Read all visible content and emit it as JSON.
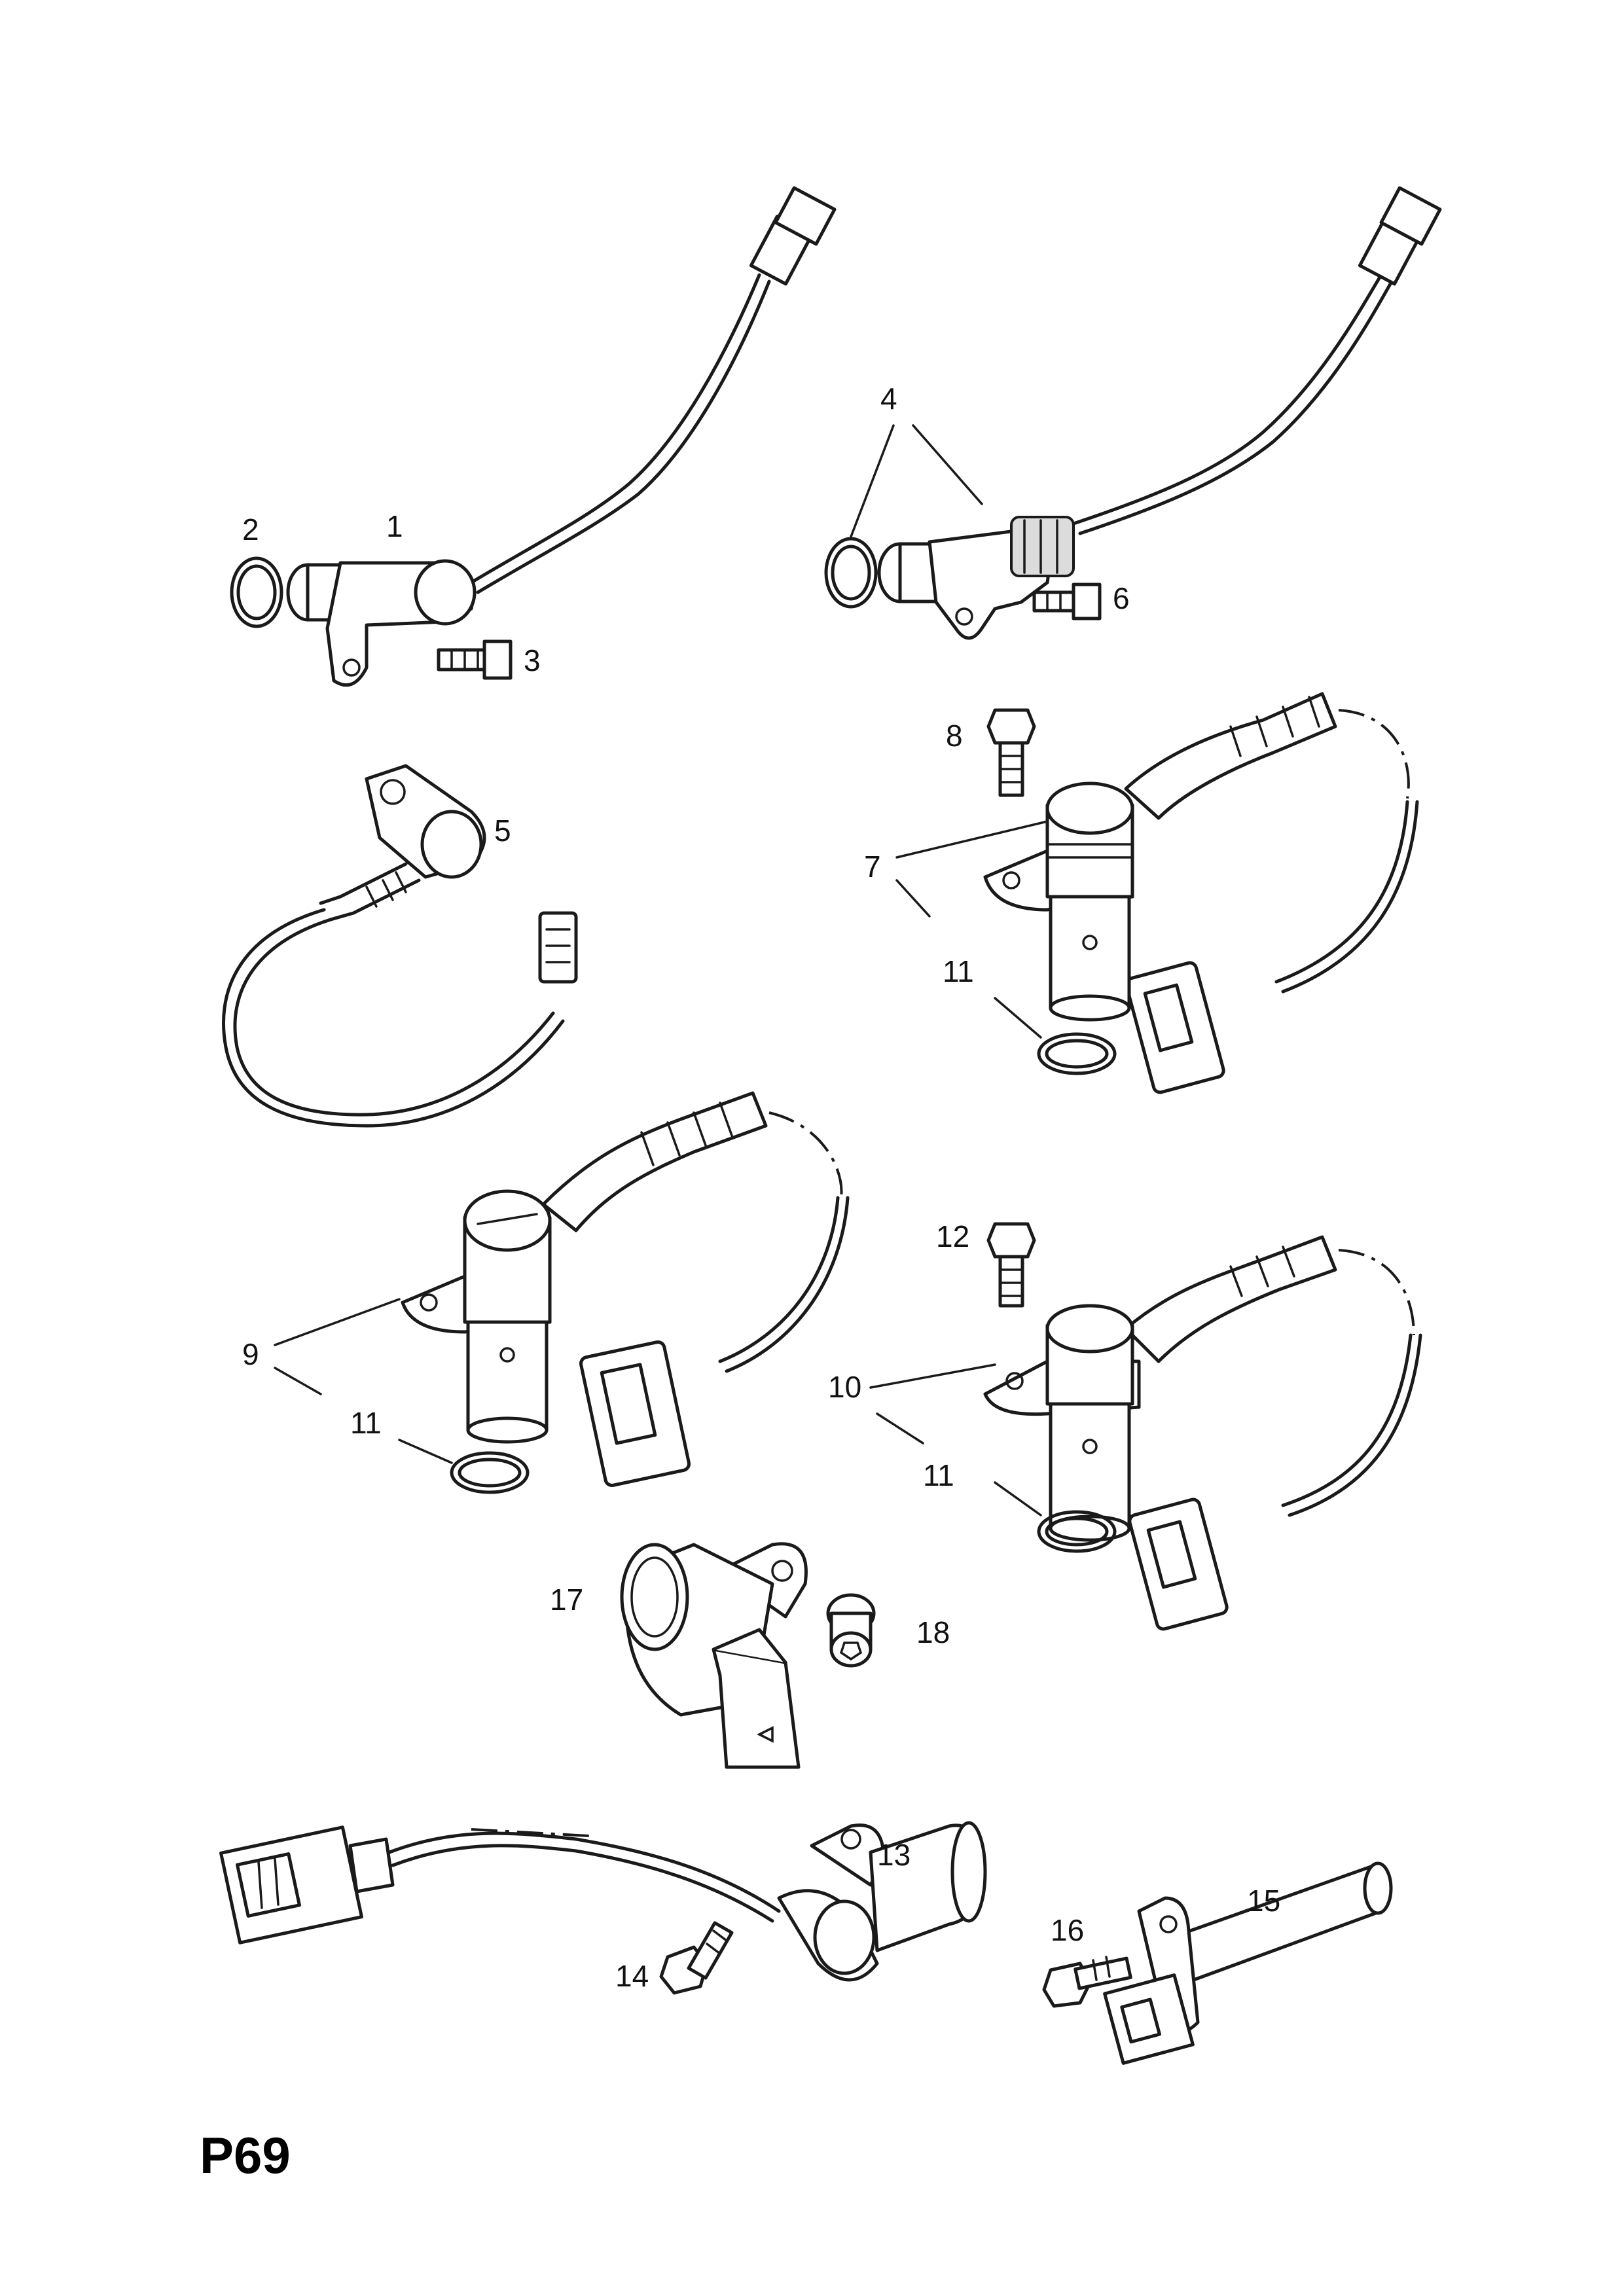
{
  "diagram": {
    "page_code": "P69",
    "callouts": [
      "1",
      "2",
      "3",
      "4",
      "5",
      "6",
      "7",
      "8",
      "9",
      "10",
      "11",
      "12",
      "13",
      "14",
      "15",
      "16",
      "17",
      "18"
    ]
  }
}
